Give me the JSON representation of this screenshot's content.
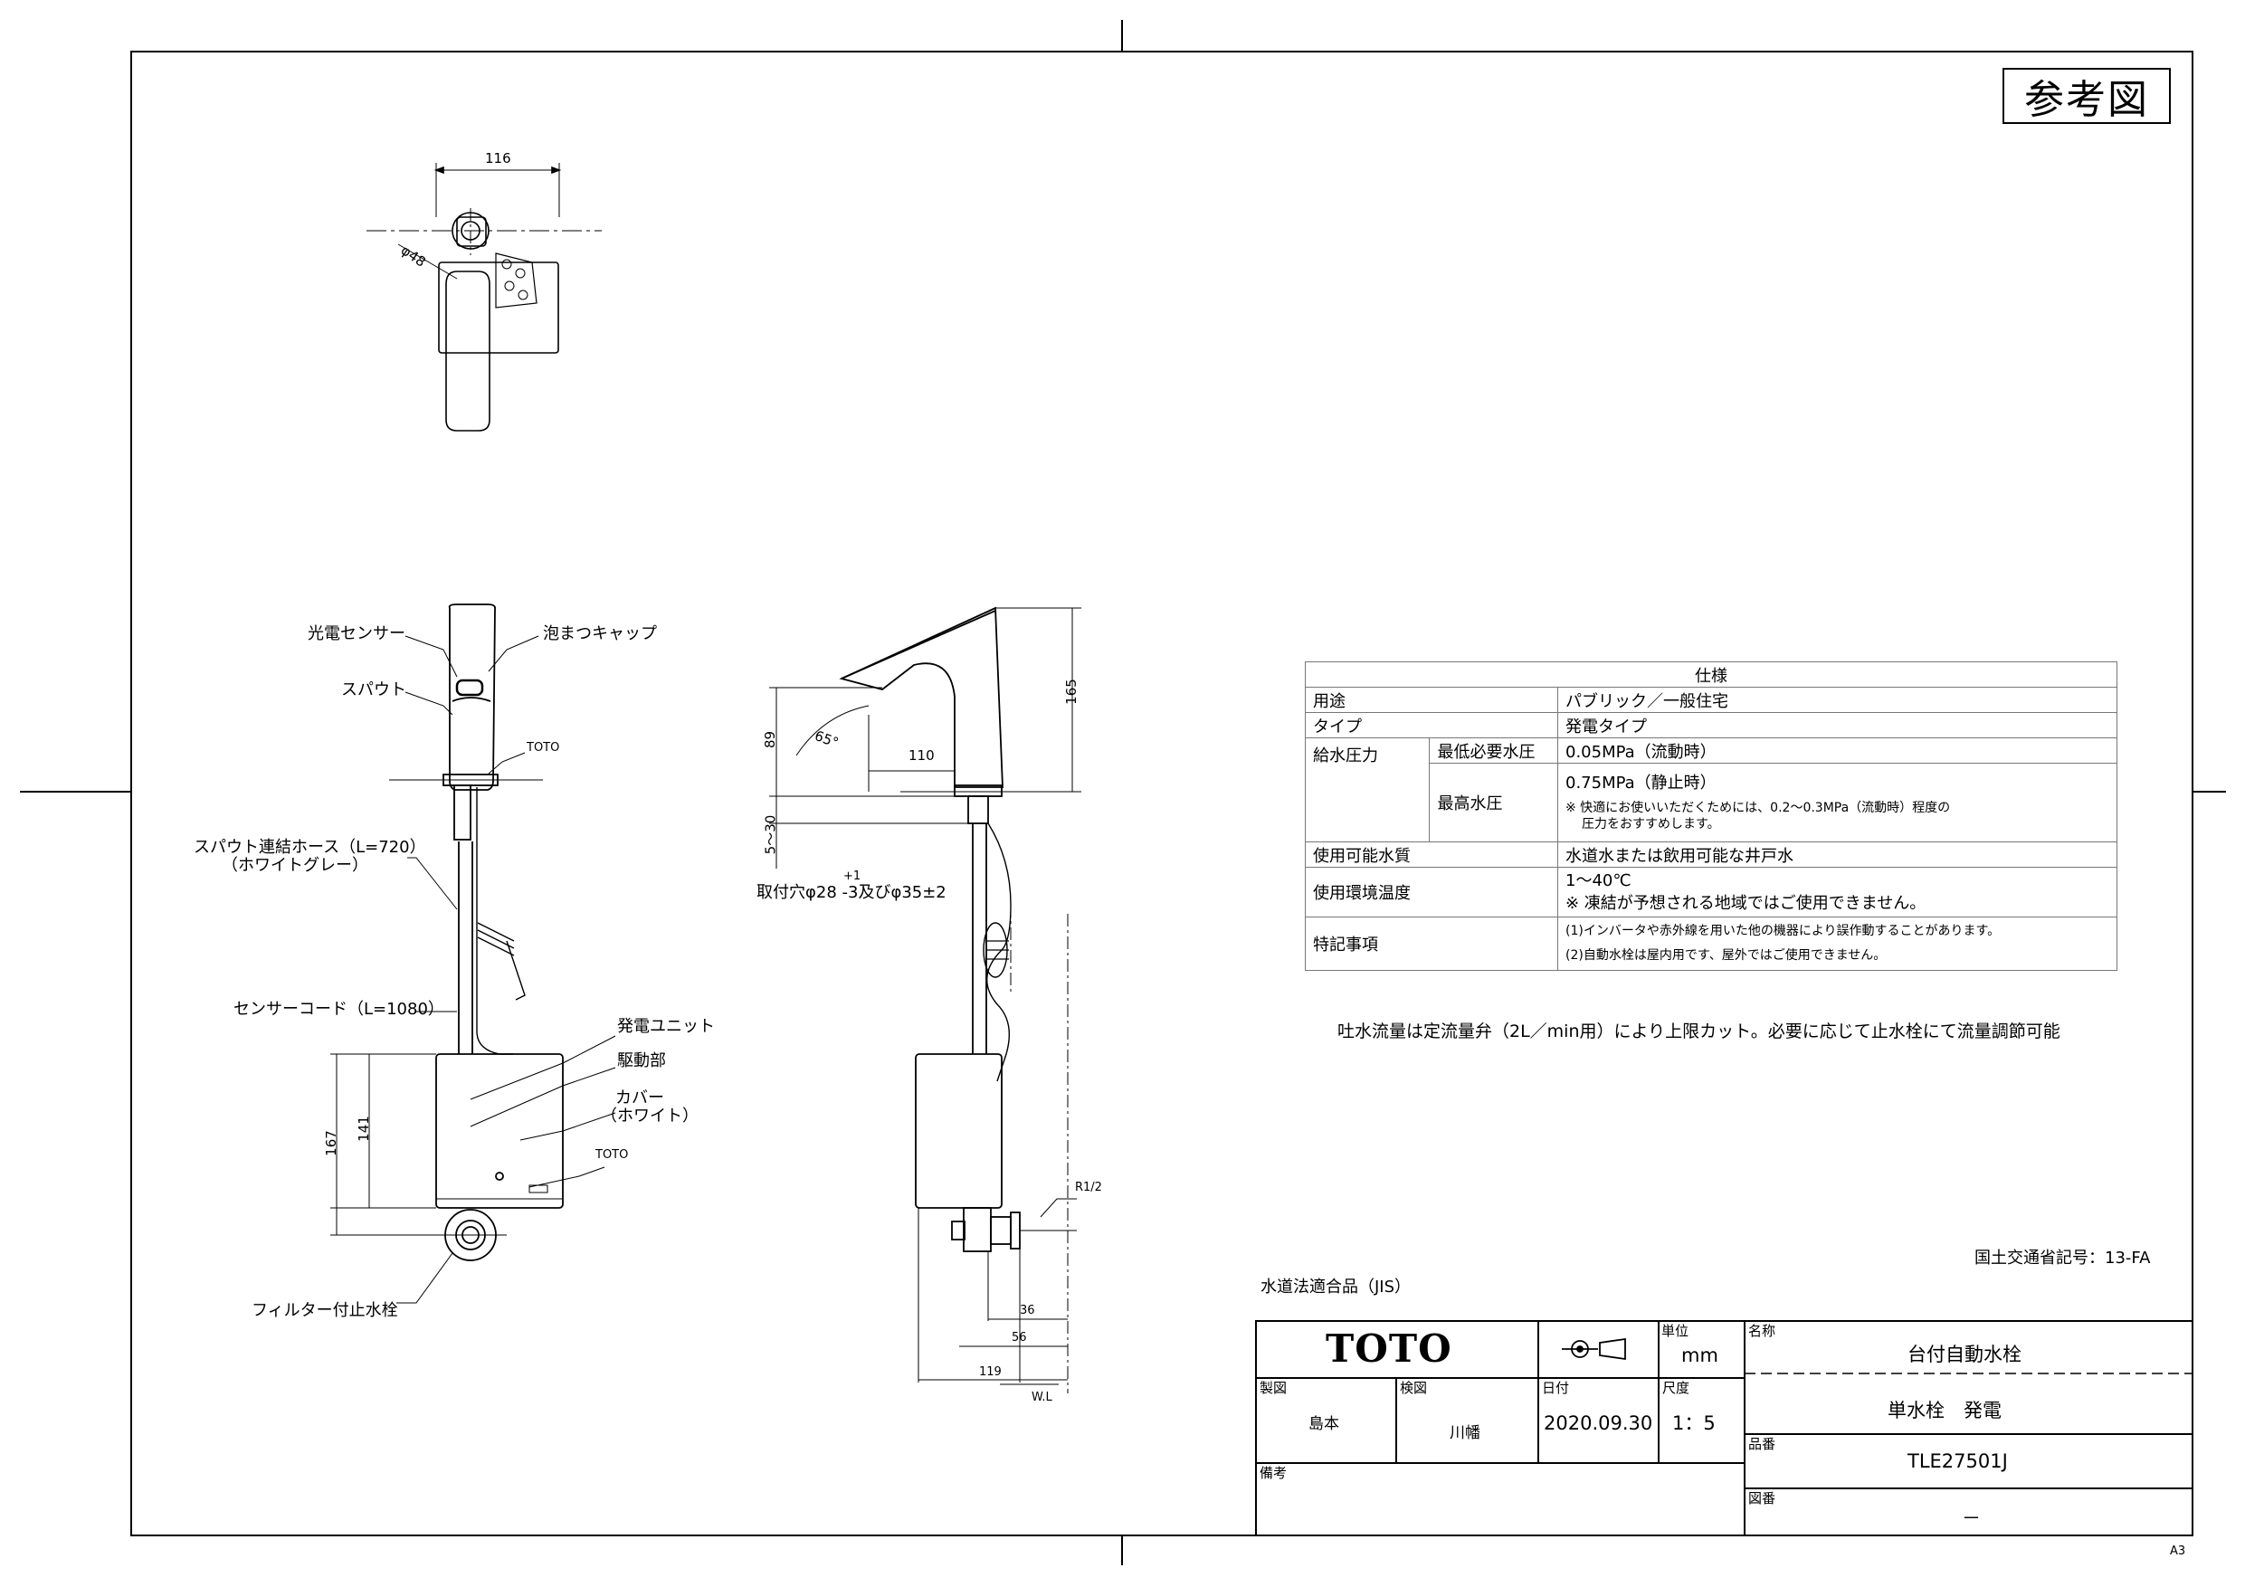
{
  "reference_mark": "参考図",
  "top_view": {
    "dim_width": "116",
    "dim_diameter": "φ48"
  },
  "front_view_labels": {
    "photo_sensor": "光電センサー",
    "foam_cap": "泡まつキャップ",
    "spout": "スパウト",
    "toto_mark_upper": "TOTO",
    "spout_hose_1": "スパウト連結ホース（L=720）",
    "spout_hose_2": "（ホワイトグレー）",
    "sensor_cord": "センサーコード（L=1080）",
    "generator_unit": "発電ユニット",
    "drive_part": "駆動部",
    "cover_1": "カバー",
    "cover_2": "（ホワイト）",
    "toto_mark_lower": "TOTO",
    "filter_valve": "フィルター付止水栓",
    "dim_167": "167",
    "dim_141": "141"
  },
  "side_view_labels": {
    "dim_165": "165",
    "dim_89": "89",
    "dim_angle": "65°",
    "dim_110": "110",
    "dim_5_30": "5～30",
    "mount_hole_tol": "+1",
    "mount_hole": "取付穴φ28 -3及びφ35±2",
    "thread": "R1/2",
    "dim_36": "36",
    "dim_56": "56",
    "dim_119": "119",
    "wl": "W.L"
  },
  "spec_table": {
    "header": "仕様",
    "rows": [
      {
        "label": "用途",
        "value": "パブリック／一般住宅"
      },
      {
        "label": "タイプ",
        "value": "発電タイプ"
      },
      {
        "label": "給水圧力",
        "sub1": "最低必要水圧",
        "val1": "0.05MPa（流動時）",
        "sub2": "最高水圧",
        "val2": "0.75MPa（静止時）",
        "note2a": "※ 快適にお使いいただくためには、0.2～0.3MPa（流動時）程度の",
        "note2b": "圧力をおすすめします。"
      },
      {
        "label": "使用可能水質",
        "value": "水道水または飲用可能な井戸水"
      },
      {
        "label": "使用環境温度",
        "value": "1～40℃",
        "note": "※ 凍結が予想される地域ではご使用できません。"
      },
      {
        "label": "特記事項",
        "note1": "(1)インバータや赤外線を用いた他の機器により誤作動することがあります。",
        "note2": "(2)自動水栓は屋内用です、屋外ではご使用できません。"
      }
    ]
  },
  "flow_note": "吐水流量は定流量弁（2L／min用）により上限カット。必要に応じて止水栓にて流量調節可能",
  "mlit_code": "国土交通省記号：13-FA",
  "jis_note": "水道法適合品（JIS）",
  "title_block": {
    "logo": "TOTO",
    "unit_label": "単位",
    "unit_value": "mm",
    "name_label": "名称",
    "name_value_1": "台付自動水栓",
    "name_value_2": "単水栓　発電",
    "drawn_label": "製図",
    "drawn_value": "島本",
    "checked_label": "検図",
    "checked_value": "川幡",
    "date_label": "日付",
    "date_value": "2020.09.30",
    "scale_label": "尺度",
    "scale_value": "1：5",
    "part_label": "品番",
    "part_value": "TLE27501J",
    "remarks_label": "備考",
    "drawing_no_label": "図番",
    "drawing_no_value": "－"
  },
  "paper_size": "A3"
}
